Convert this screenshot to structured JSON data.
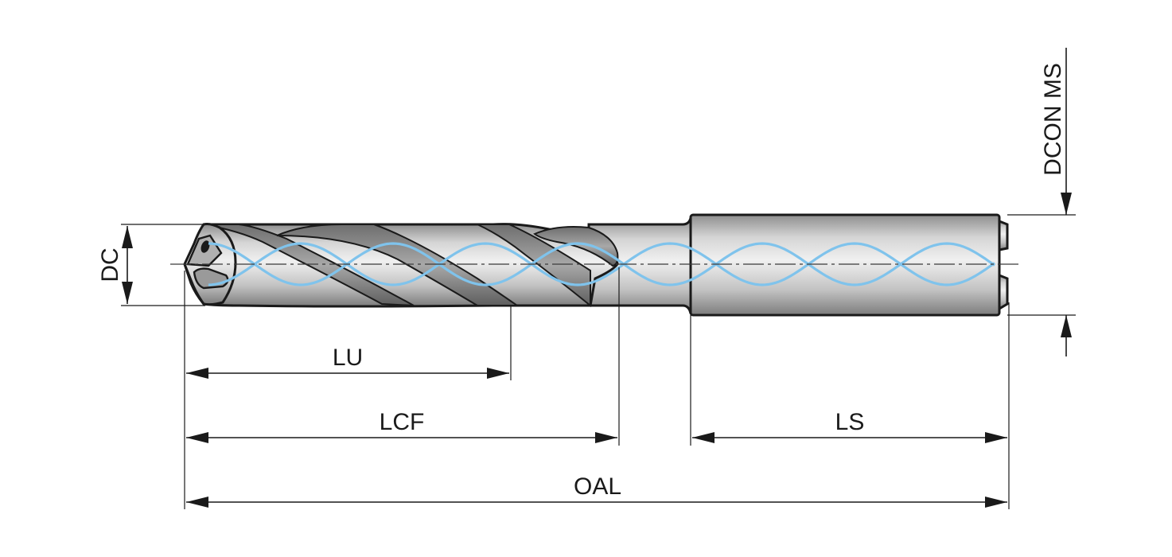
{
  "dimensions": {
    "dc": "DC",
    "lu": "LU",
    "lcf": "LCF",
    "ls": "LS",
    "oal": "OAL",
    "dcon": "DCON MS"
  },
  "colors": {
    "coolant": "#7fc3ec",
    "body_light": "#eeeeee",
    "body_dark": "#8a8a8a",
    "outline": "#1a1a1a"
  }
}
